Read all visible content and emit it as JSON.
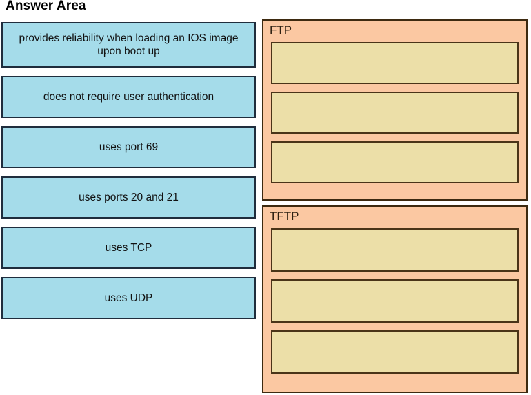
{
  "page": {
    "title": "Answer Area"
  },
  "colors": {
    "option_fill": "#a5dcea",
    "option_border": "#1f2d3d",
    "panel_fill": "#fbc8a2",
    "panel_border": "#3d2a10",
    "slot_fill": "#ecdfa8",
    "slot_border": "#4a3418",
    "background": "#ffffff"
  },
  "options": [
    {
      "label": "provides reliability when loading an IOS image upon boot up"
    },
    {
      "label": "does not require user authentication"
    },
    {
      "label": "uses port 69"
    },
    {
      "label": "uses ports 20 and 21"
    },
    {
      "label": "uses TCP"
    },
    {
      "label": "uses UDP"
    }
  ],
  "targets": [
    {
      "title": "FTP",
      "slots": [
        {
          "value": ""
        },
        {
          "value": ""
        },
        {
          "value": ""
        }
      ]
    },
    {
      "title": "TFTP",
      "slots": [
        {
          "value": ""
        },
        {
          "value": ""
        },
        {
          "value": ""
        }
      ]
    }
  ]
}
